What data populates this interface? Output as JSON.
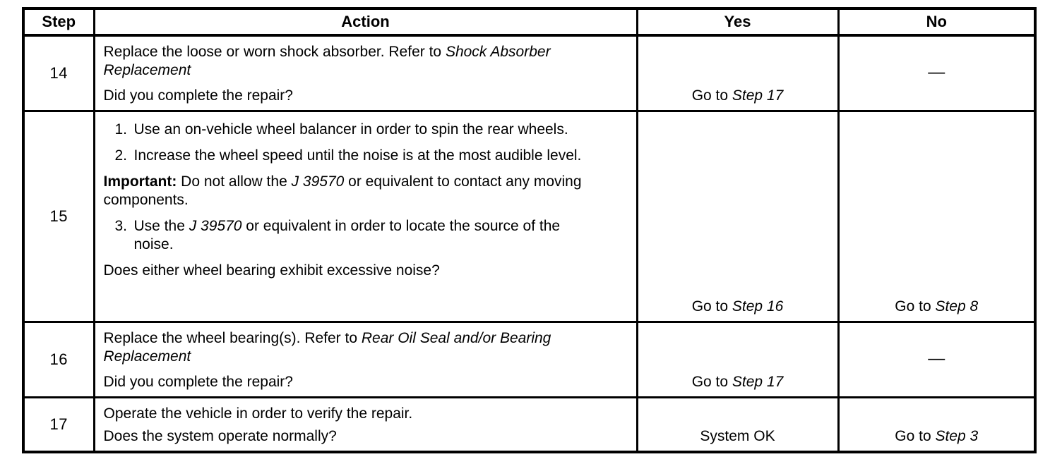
{
  "table": {
    "paper_color": "#ffffff",
    "ink_color": "#000000",
    "headers": {
      "step": "Step",
      "action": "Action",
      "yes": "Yes",
      "no": "No"
    },
    "rows": [
      {
        "step": "14",
        "action": {
          "p1_text": "Replace the loose or worn shock absorber. Refer to ",
          "p1_ref": "Shock Absorber Replacement",
          "question": "Did you complete the repair?"
        },
        "yes": {
          "text": "Go to ",
          "ref": "Step 17"
        },
        "no": {
          "dash": "—"
        }
      },
      {
        "step": "15",
        "action": {
          "item1_num": "1.",
          "item1_text": "Use an on-vehicle wheel balancer in order to spin the rear wheels.",
          "item2_num": "2.",
          "item2_text": "Increase the wheel speed until the noise is at the most audible level.",
          "important_label": "Important:",
          "important_pre": " Do not allow the ",
          "important_ref": "J 39570",
          "important_post": " or equivalent to contact any moving components.",
          "item3_num": "3.",
          "item3_pre": "Use the ",
          "item3_ref": "J 39570",
          "item3_post": " or equivalent in order to locate the source of the noise.",
          "question": "Does either wheel bearing exhibit excessive noise?"
        },
        "yes": {
          "text": "Go to ",
          "ref": "Step 16"
        },
        "no": {
          "text": "Go to ",
          "ref": "Step 8"
        }
      },
      {
        "step": "16",
        "action": {
          "p1_text": "Replace the wheel bearing(s). Refer to ",
          "p1_ref": "Rear Oil Seal and/or Bearing Replacement",
          "question": "Did you complete the repair?"
        },
        "yes": {
          "text": "Go to ",
          "ref": "Step 17"
        },
        "no": {
          "dash": "—"
        }
      },
      {
        "step": "17",
        "action": {
          "p1_text": "Operate the vehicle in order to verify the repair.",
          "question": "Does the system operate normally?"
        },
        "yes": {
          "text": "System OK"
        },
        "no": {
          "text": "Go to ",
          "ref": "Step 3"
        }
      }
    ]
  }
}
